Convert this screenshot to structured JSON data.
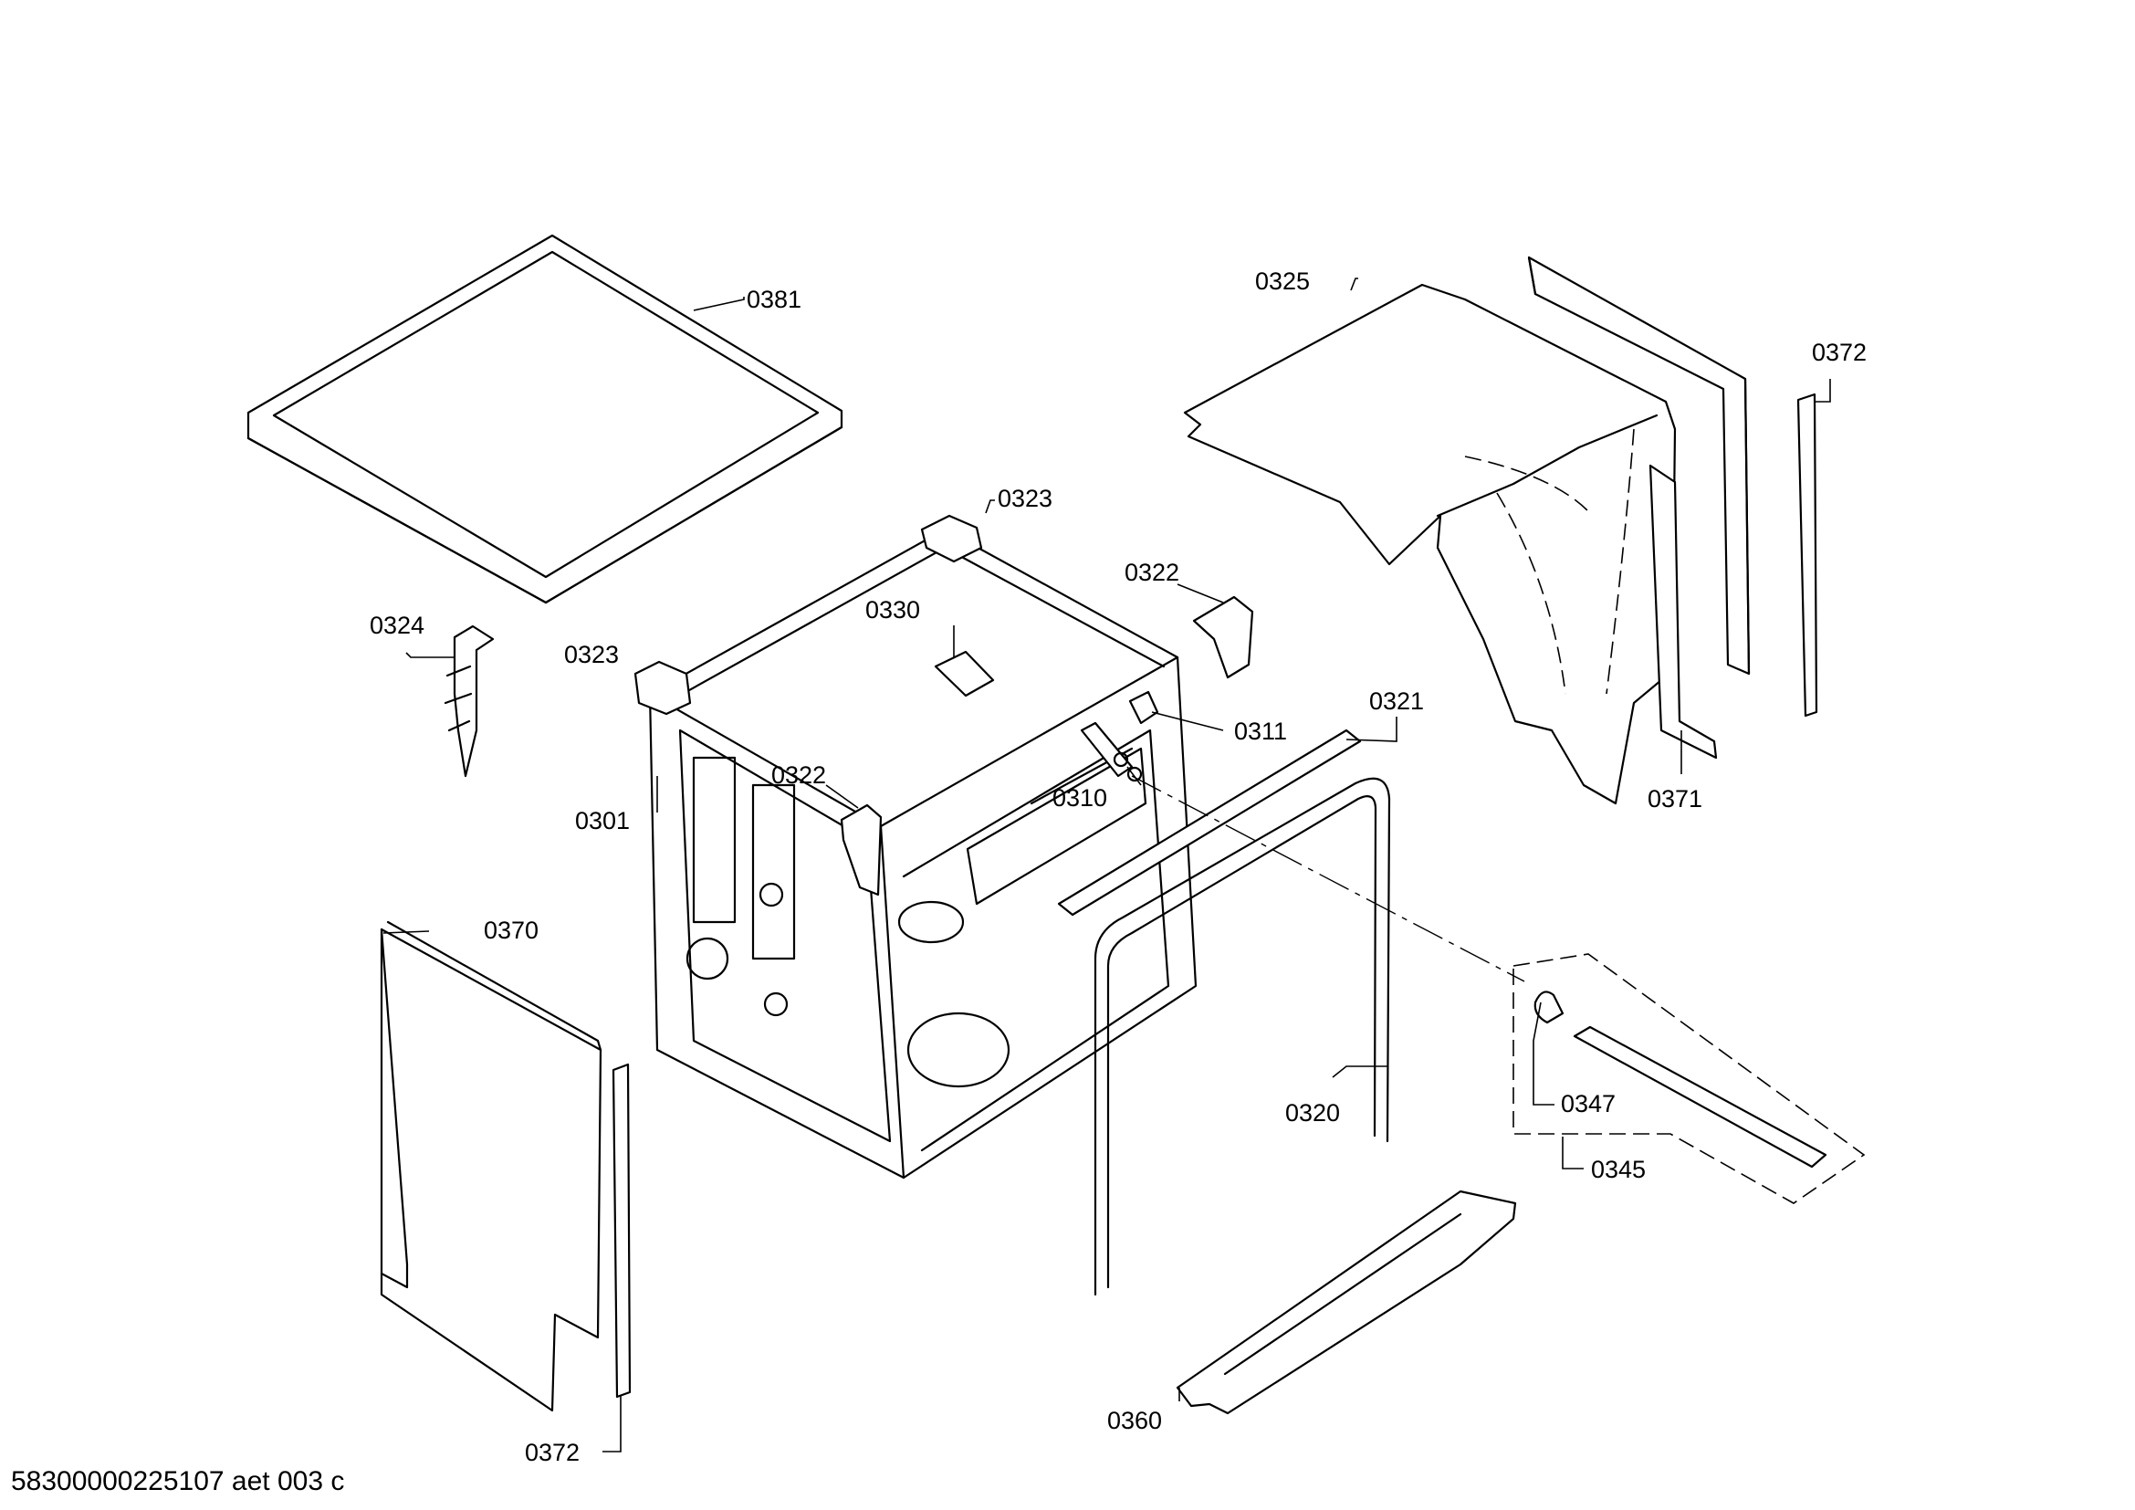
{
  "labels": {
    "p0381": "0381",
    "p0323a": "0323",
    "p0323b": "0323",
    "p0324": "0324",
    "p0330": "0330",
    "p0322a": "0322",
    "p0322b": "0322",
    "p0311": "0311",
    "p0310": "0310",
    "p0301": "0301",
    "p0321": "0321",
    "p0320": "0320",
    "p0325": "0325",
    "p0372a": "0372",
    "p0372b": "0372",
    "p0371": "0371",
    "p0370": "0370",
    "p0347": "0347",
    "p0345": "0345",
    "p0360": "0360"
  },
  "caption": "58300000225107 aet 003 c"
}
